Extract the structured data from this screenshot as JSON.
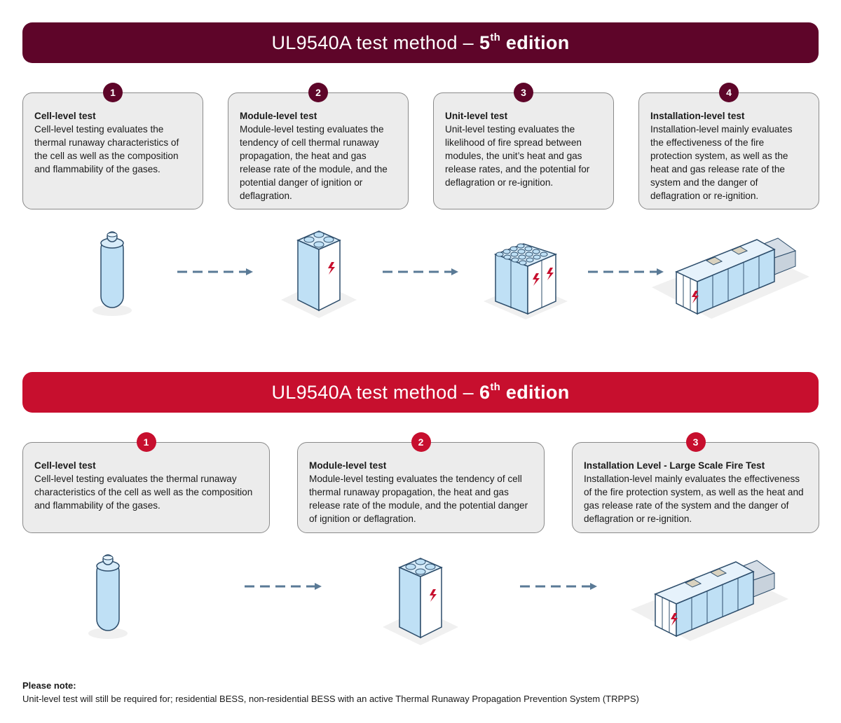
{
  "colors": {
    "edition5": "#5e0529",
    "edition6": "#c70f2e",
    "icon_fill": "#bfe0f5",
    "icon_stroke": "#2d4d6b",
    "arrow": "#5a7a96",
    "bolt": "#c70f2e"
  },
  "edition5": {
    "title_prefix": "UL9540A test method –",
    "edition_num": "5",
    "edition_sup": "th",
    "edition_word": "edition",
    "steps": [
      {
        "num": "1",
        "title": "Cell-level test",
        "text": "Cell-level testing evaluates the thermal runaway characteristics of the cell as well as the composition and flammability of the gases.",
        "icon": "battery-cell-icon"
      },
      {
        "num": "2",
        "title": "Module-level test",
        "text": "Module-level testing evaluates the tendency of cell thermal runaway propagation, the heat and gas release rate of the module, and the potential danger of ignition or deflagration.",
        "icon": "battery-module-icon"
      },
      {
        "num": "3",
        "title": "Unit-level test",
        "text": "Unit-level testing evaluates the likelihood of fire spread between modules, the unit’s heat and gas release rates, and the potential for deflagration or re-ignition.",
        "icon": "battery-unit-icon"
      },
      {
        "num": "4",
        "title": "Installation-level test",
        "text": "Installation-level mainly evaluates the effectiveness of the fire protection system, as well as the heat and gas release rate of the system and the danger of deflagration or re-ignition.",
        "icon": "battery-installation-icon"
      }
    ]
  },
  "edition6": {
    "title_prefix": "UL9540A test method –",
    "edition_num": "6",
    "edition_sup": "th",
    "edition_word": "edition",
    "steps": [
      {
        "num": "1",
        "title": "Cell-level test",
        "text": "Cell-level testing evaluates the thermal runaway characteristics of the cell as well as the composition and flammability of the gases.",
        "icon": "battery-cell-icon"
      },
      {
        "num": "2",
        "title": "Module-level test",
        "text": "Module-level testing evaluates the tendency of cell thermal runaway propagation, the heat and gas release rate of the module, and the potential danger of ignition or deflagration.",
        "icon": "battery-module-icon"
      },
      {
        "num": "3",
        "title": "Installation Level - Large Scale Fire Test",
        "text": "Installation-level mainly evaluates the effectiveness of the fire protection system, as well as the heat and gas release rate of the system and the danger of deflagration or re-ignition.",
        "icon": "battery-installation-icon"
      }
    ]
  },
  "note": {
    "label": "Please note:",
    "text": "Unit-level test will still be required for; residential BESS, non-residential BESS with an active Thermal Runaway Propagation Prevention System (TRPPS)"
  }
}
